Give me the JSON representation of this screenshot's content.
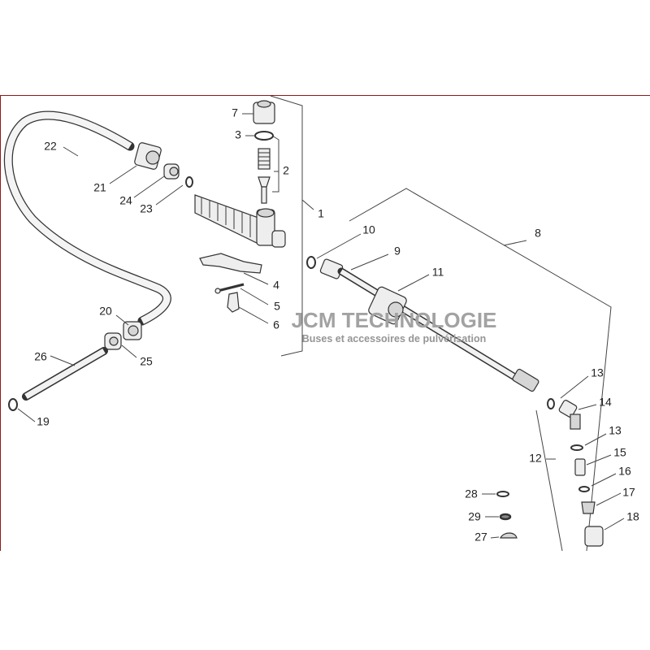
{
  "diagram": {
    "watermark": {
      "title": "JCM TECHNOLOGIE",
      "subtitle": "Buses et accessoires de pulvérisation"
    },
    "labels": [
      "1",
      "2",
      "3",
      "4",
      "5",
      "6",
      "7",
      "8",
      "9",
      "10",
      "11",
      "12",
      "13",
      "13",
      "14",
      "15",
      "16",
      "17",
      "18",
      "19",
      "20",
      "21",
      "22",
      "23",
      "24",
      "25",
      "26",
      "27",
      "28",
      "29"
    ],
    "frame_color": "#8b1a1a"
  }
}
